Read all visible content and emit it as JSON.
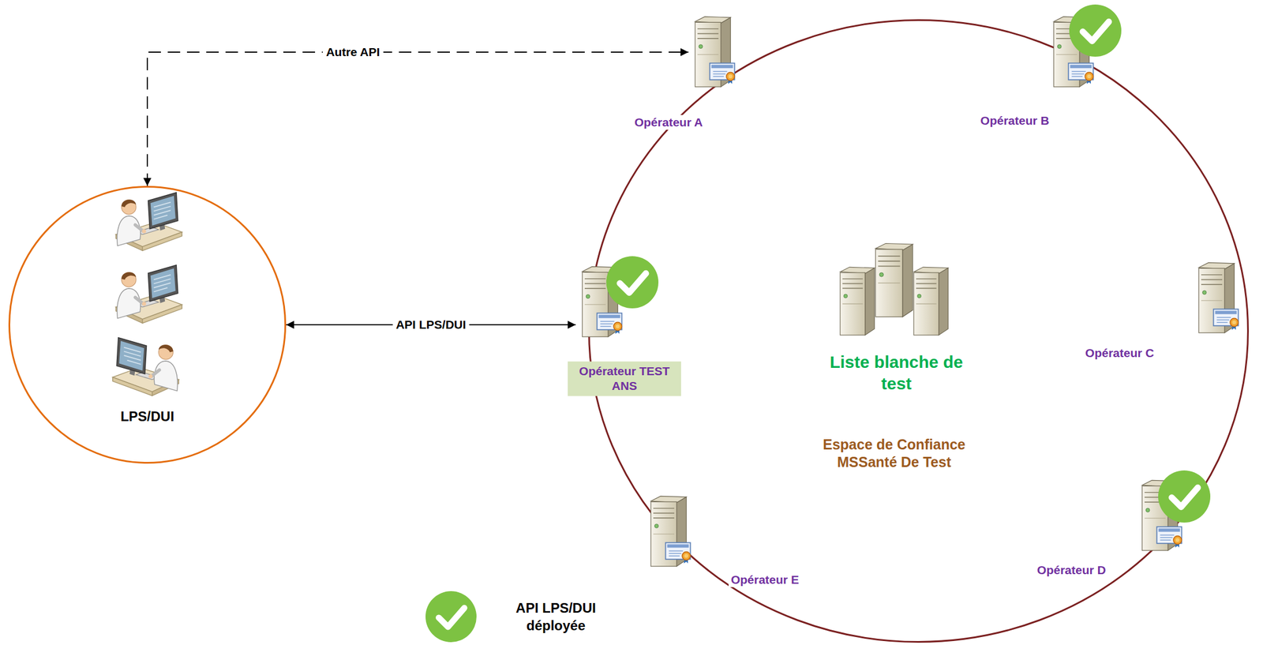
{
  "diagram": {
    "nodes": [
      {
        "text": [
          "LPS/DUI"
        ]
      },
      {
        "text": [
          "Espace de Confiance MSSanté De Test"
        ]
      },
      {
        "text": [
          "Liste blanche de test"
        ],
        "in": 1
      },
      {
        "text": [
          "Opérateur A"
        ],
        "in": 1
      },
      {
        "text": [
          "Opérateur B"
        ],
        "in": 1
      },
      {
        "text": [
          "Opérateur TEST ANS"
        ],
        "in": 1
      },
      {
        "text": [
          "Opérateur C"
        ],
        "in": 1
      },
      {
        "text": [
          "Opérateur E"
        ],
        "in": 1
      },
      {
        "text": [
          "Opérateur D"
        ],
        "in": 1
      }
    ],
    "edges": [
      {
        "from": 0,
        "to": 3,
        "label": "Autre API",
        "arrow": "both"
      },
      {
        "from": 0,
        "to": 5,
        "label": "API LPS/DUI",
        "arrow": "both"
      }
    ],
    "legend": [
      {
        "text": "API LPS/DUI déployée"
      }
    ]
  }
}
